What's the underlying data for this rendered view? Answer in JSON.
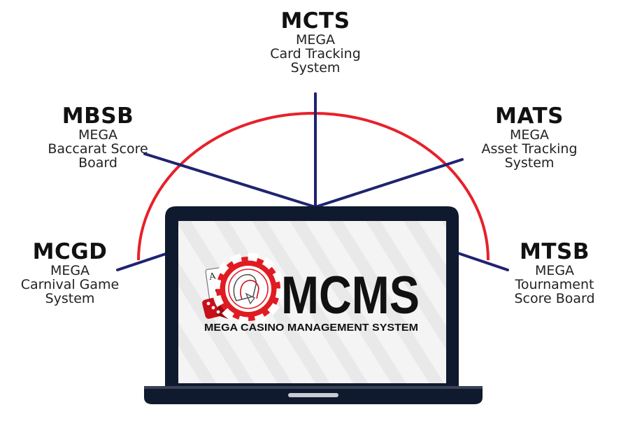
{
  "modules": [
    {
      "id": "mcts",
      "abbr": "MCTS",
      "lines": [
        "MEGA",
        "Card Tracking",
        "System"
      ]
    },
    {
      "id": "mbsb",
      "abbr": "MBSB",
      "lines": [
        "MEGA",
        "Baccarat Score",
        "Board"
      ]
    },
    {
      "id": "mats",
      "abbr": "MATS",
      "lines": [
        "MEGA",
        "Asset Tracking",
        "System"
      ]
    },
    {
      "id": "mcgd",
      "abbr": "MCGD",
      "lines": [
        "MEGA",
        "Carnival Game",
        "System"
      ]
    },
    {
      "id": "mtsb",
      "abbr": "MTSB",
      "lines": [
        "MEGA",
        "Tournament",
        "Score Board"
      ]
    }
  ],
  "logo": {
    "wordmark": "MCMS",
    "tagline": "MEGA CASINO MANAGEMENT SYSTEM",
    "card_rank": "A"
  },
  "colors": {
    "spoke": "#1f2370",
    "arc": "#e8202a",
    "laptop": "#101a2e",
    "chip": "#e11b22",
    "screen": "#f2f2f2"
  },
  "icons": [
    "ace-card-icon",
    "dice-icon",
    "casino-chip-icon"
  ]
}
